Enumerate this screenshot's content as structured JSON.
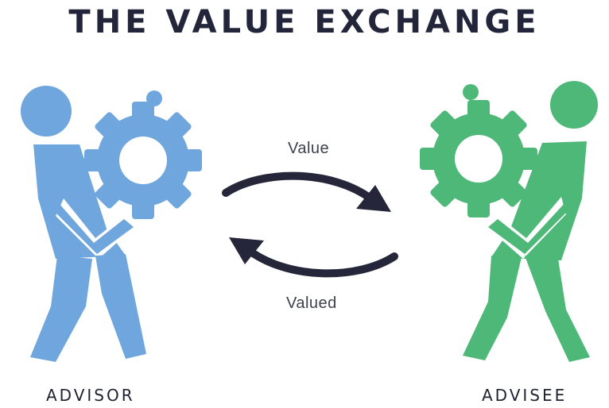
{
  "title": "THE VALUE EXCHANGE",
  "exchange": {
    "top_label": "Value",
    "bottom_label": "Valued"
  },
  "roles": {
    "left": "ADVISOR",
    "right": "ADVISEE"
  },
  "colors": {
    "advisor": "#6ea6dd",
    "advisee": "#4db877",
    "arrow": "#25263a",
    "title": "#23253a"
  },
  "icons": {
    "left_figure": "person-carrying-gear-icon",
    "right_figure": "person-carrying-gear-icon",
    "arrows": "exchange-arrows-icon"
  }
}
